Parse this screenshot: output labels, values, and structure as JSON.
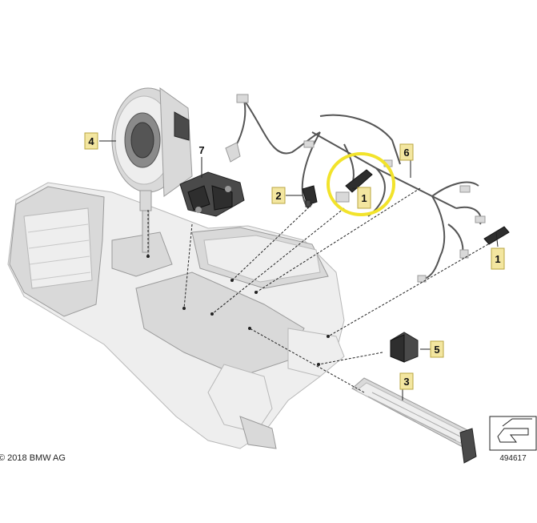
{
  "callouts": {
    "c1a": "1",
    "c1b": "1",
    "c2": "2",
    "c3": "3",
    "c4": "4",
    "c5": "5",
    "c6": "6",
    "c7": "7"
  },
  "footer": {
    "copyright": "© 2018 BMW AG",
    "ref_number": "494617"
  },
  "colors": {
    "highlight_ring": "#f2e32b",
    "callout_box": "#f3e6a0",
    "line": "#222222"
  },
  "icons": {
    "ref_icon": "arrow-drawing-icon"
  }
}
